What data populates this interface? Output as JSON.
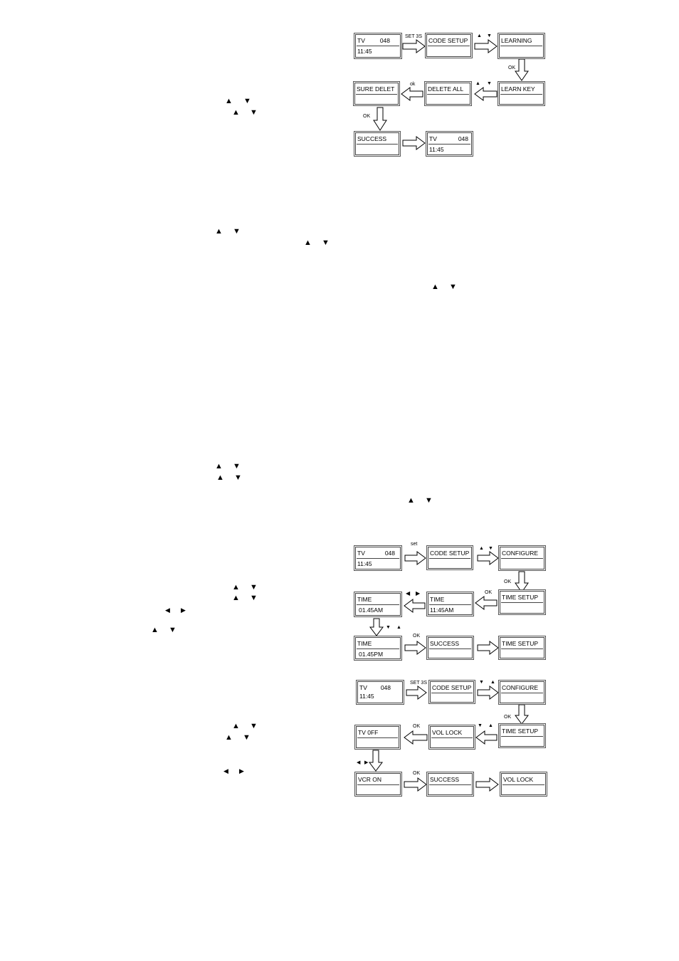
{
  "symbols": {
    "up": "▲",
    "down": "▼",
    "left": "◀",
    "right": "▶"
  },
  "diagram1": {
    "screens": {
      "tv": {
        "line1": "TV",
        "code": "048",
        "line2": "11:45"
      },
      "code_setup": "CODE SETUP",
      "learning": "LEARNING",
      "learn_key": "LEARN KEY",
      "delete_all": "DELETE ALL",
      "sure_delet": "SURE DELET",
      "success": "SUCCESS",
      "tv_end": {
        "line1": "TV",
        "code": "048",
        "line2": "11:45"
      }
    },
    "labels": {
      "set": "SET 3S",
      "ok1": "OK",
      "ok_small": "ok",
      "ok2": "OK"
    }
  },
  "diagram2": {
    "screens": {
      "tv": {
        "line1": "TV",
        "code": "048",
        "line2": "11:45"
      },
      "code_setup": "CODE SETUP",
      "configure": "CONFIGURE",
      "time_setup": "TIME SETUP",
      "time_mid": {
        "line1": "TIME",
        "line2": "11:45AM"
      },
      "time_left": {
        "line1": "TIME",
        "line2": "01.45AM"
      },
      "time_pm": {
        "line1": "TIME",
        "line2": "01.45PM"
      },
      "success": "SUCCESS",
      "time_setup_end": "TIME SETUP"
    },
    "labels": {
      "set": "set",
      "ok1": "OK",
      "ok2": "OK",
      "ok3": "OK"
    }
  },
  "diagram3": {
    "screens": {
      "tv": {
        "line1": "TV",
        "code": "048",
        "line2": "11:45"
      },
      "code_setup": "CODE SETUP",
      "configure": "CONFIGURE",
      "time_setup": "TIME SETUP",
      "vol_lock": "VOL LOCK",
      "tv_off": "TV 0FF",
      "vcr_on": "VCR  ON",
      "success": "SUCCESS",
      "vol_lock_end": "VOL LOCK"
    },
    "labels": {
      "set": "SET 3S",
      "ok1": "OK",
      "ok2": "OK",
      "ok3": "OK"
    }
  }
}
